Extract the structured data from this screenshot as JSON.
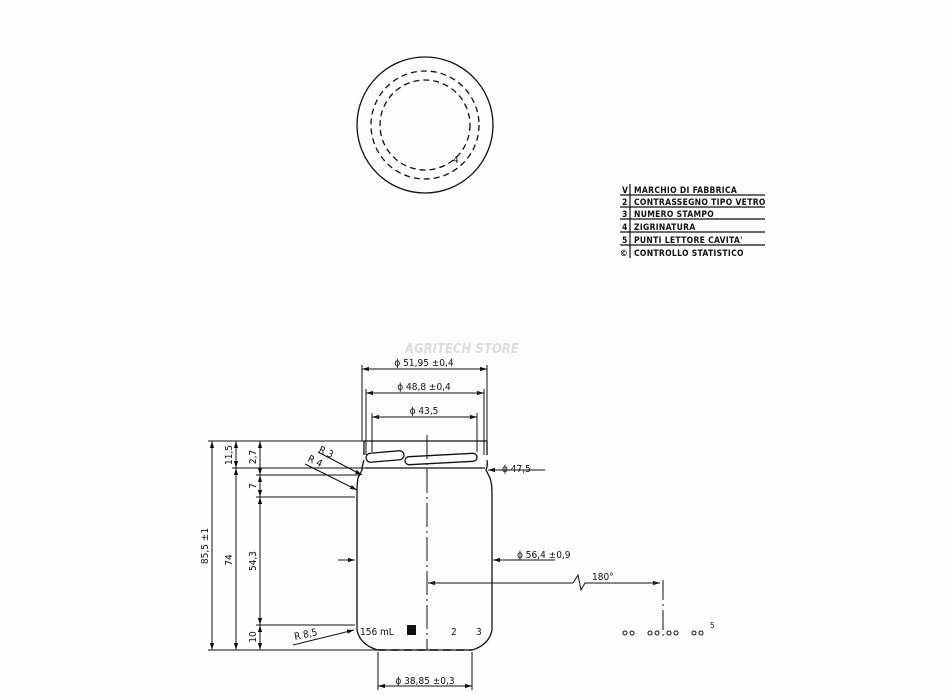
{
  "watermark": "AGRITECH STORE",
  "legend": [
    {
      "key": "V",
      "label": "MARCHIO DI FABBRICA"
    },
    {
      "key": "2",
      "label": "CONTRASSEGNO TIPO VETRO"
    },
    {
      "key": "3",
      "label": "NUMERO STAMPO"
    },
    {
      "key": "4",
      "label": "ZIGRINATURA"
    },
    {
      "key": "5",
      "label": "PUNTI LETTORE CAVITA'"
    },
    {
      "key": "©",
      "label": "CONTROLLO STATISTICO"
    }
  ],
  "top_view": {
    "marker": "4"
  },
  "dimensions": {
    "d_outer_finish": "ϕ 51,95 ±0,4",
    "d_thread": "ϕ 48,8 ±0,4",
    "d_bore": "ϕ 43,5",
    "d_neck": "ϕ 47,5",
    "d_body": "ϕ 56,4 ±0,9",
    "d_base": "ϕ 38,85 ±0,3",
    "r1": "R 3",
    "r2": "R 4",
    "r_base": "R 8,5",
    "h_total": "85,5 ±1",
    "h_74": "74",
    "h_finish": "11,5",
    "h_27": "2,7",
    "h_7": "7",
    "h_body": "54,3",
    "h_base": "10",
    "angle": "180°"
  },
  "markings": {
    "capacity": "156 mL",
    "mark2": "2",
    "mark3": "3",
    "mark5": "5"
  }
}
